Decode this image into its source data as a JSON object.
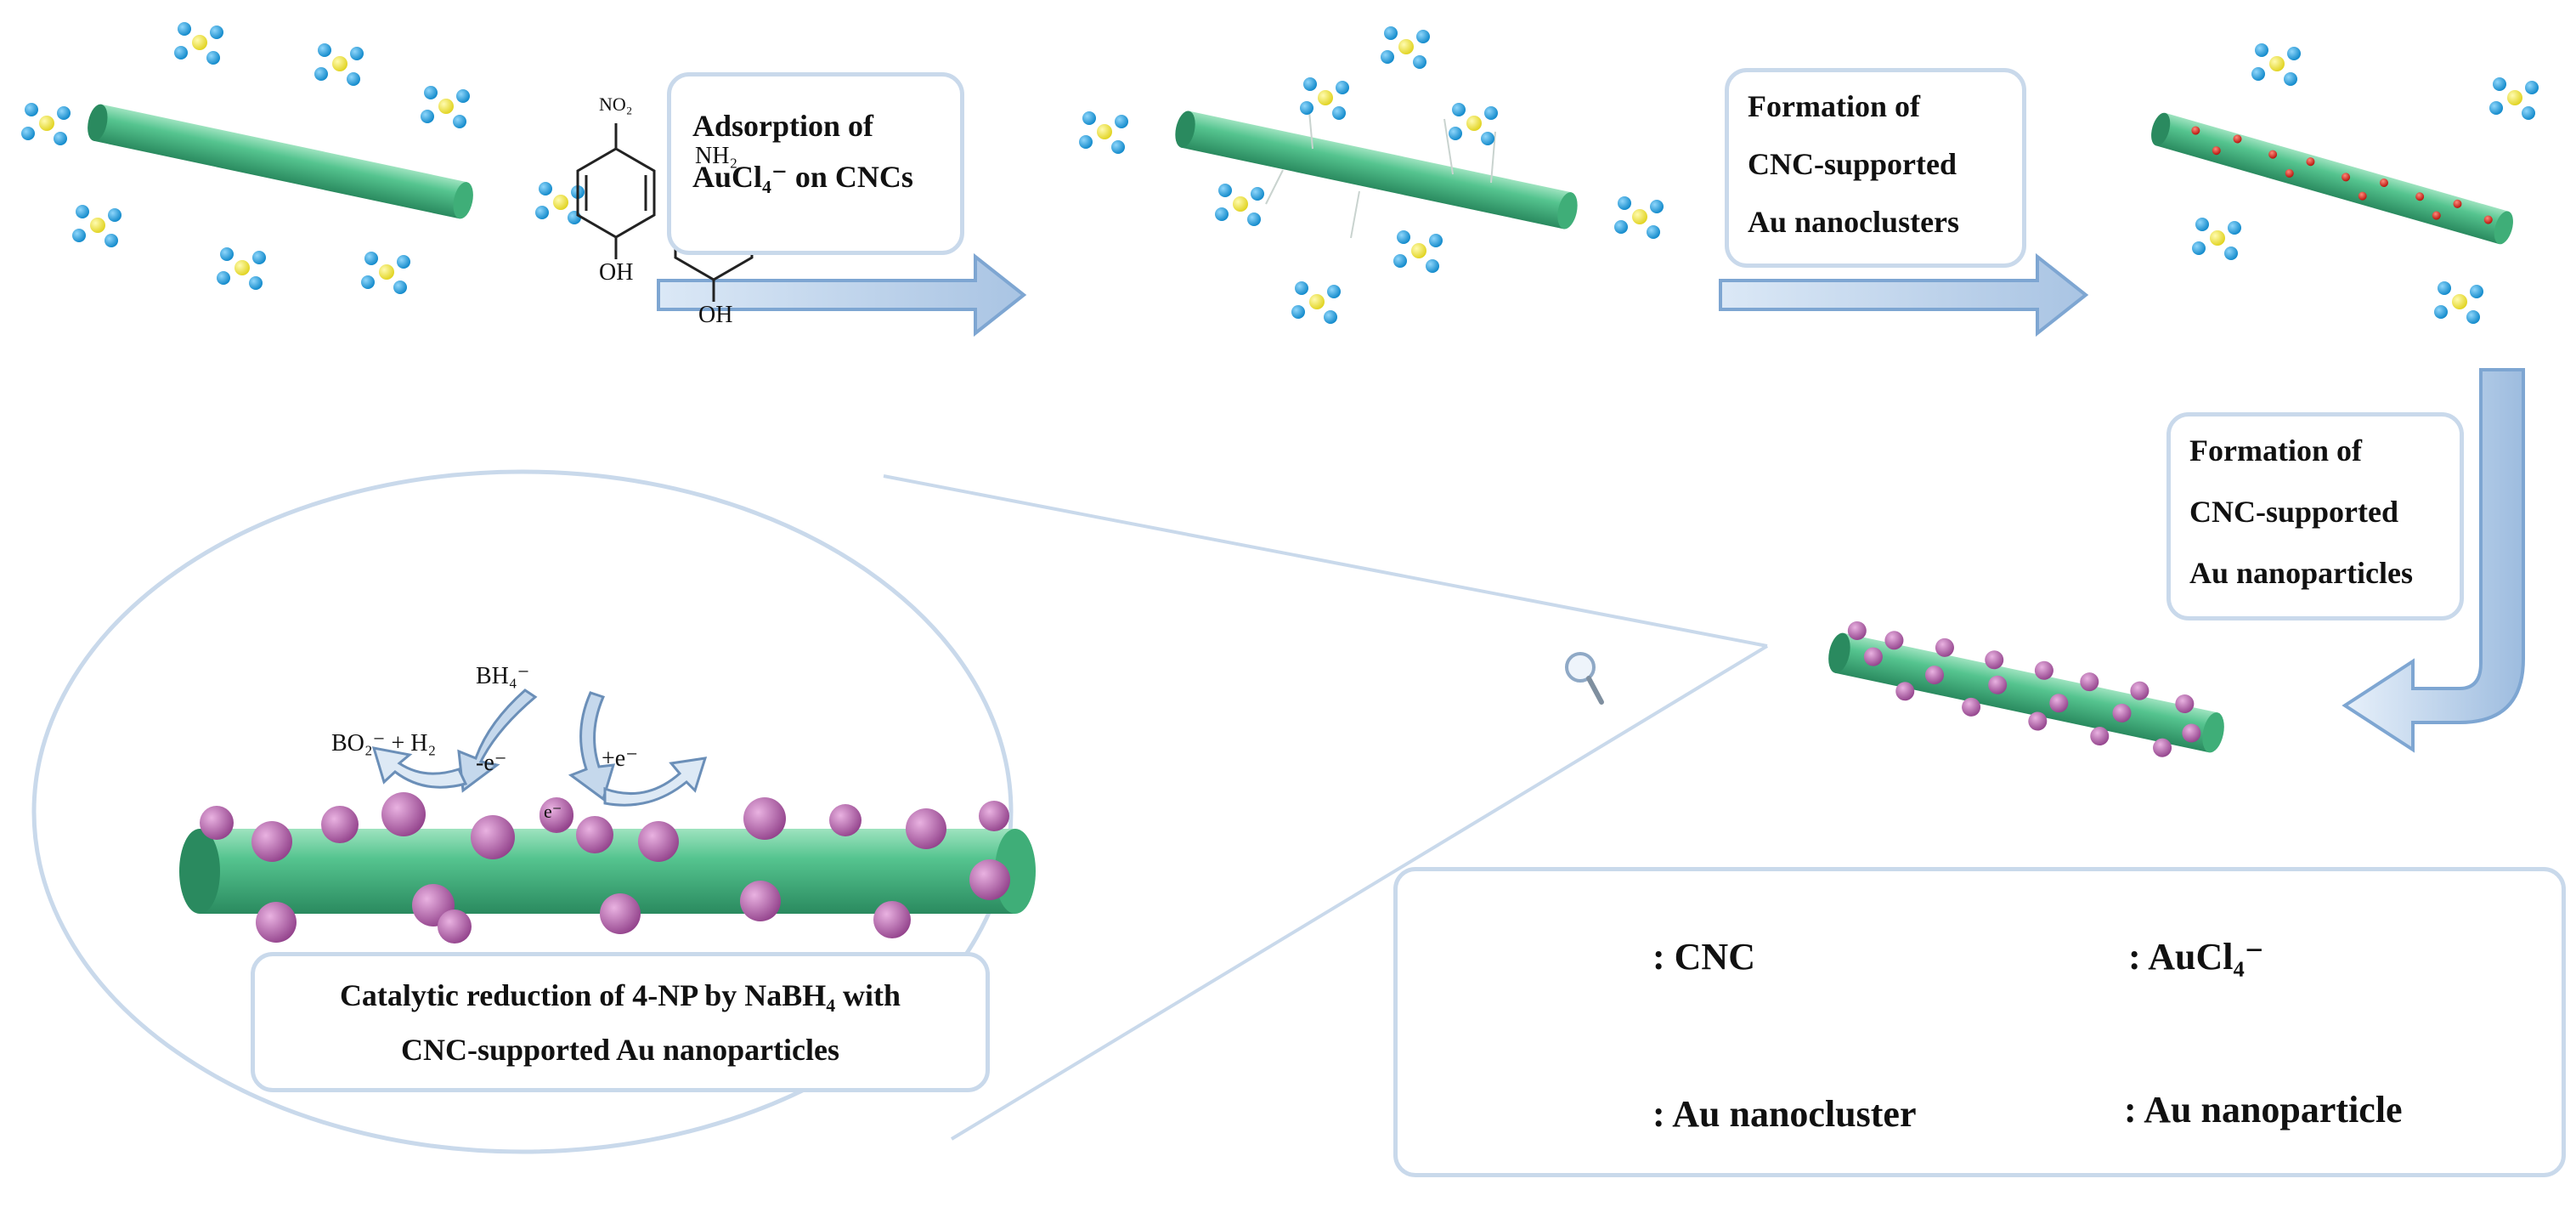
{
  "steps": {
    "adsorption": {
      "line1": "Adsorption of",
      "line2": "AuCl₄⁻ on CNCs"
    },
    "nanoclusters": {
      "line1": "Formation of",
      "line2": "CNC-supported",
      "line3": "Au nanoclusters"
    },
    "nanoparticles": {
      "line1": "Formation of",
      "line2": "CNC-supported",
      "line3": "Au nanoparticles"
    }
  },
  "zoom": {
    "caption_line1": "Catalytic reduction of 4-NP by NaBH₄ with",
    "caption_line2": "CNC-supported Au nanoparticles",
    "nitrophenol_top": "NO₂",
    "nitrophenol_bottom": "OH",
    "aminophenol_top": "NH₂",
    "aminophenol_bottom": "OH",
    "borohydride": "BH₄⁻",
    "products": "BO₂⁻ + H₂",
    "electron_loss": "-e⁻",
    "electron_gain": "+e⁻",
    "electron": "e⁻"
  },
  "legend": {
    "cnc": ": CNC",
    "aucl4": ": AuCl₄⁻",
    "au_nanocluster": ": Au nanocluster",
    "au_nanoparticle": ": Au nanoparticle"
  },
  "colors": {
    "cnc_green": "#55c48f",
    "chlorine_blue": "#1e9fdc",
    "gold_yellow": "#f2e72a",
    "cluster_red": "#e0241c",
    "particle_purple": "#b35ba8",
    "frame_blue": "#c9d9eb"
  }
}
